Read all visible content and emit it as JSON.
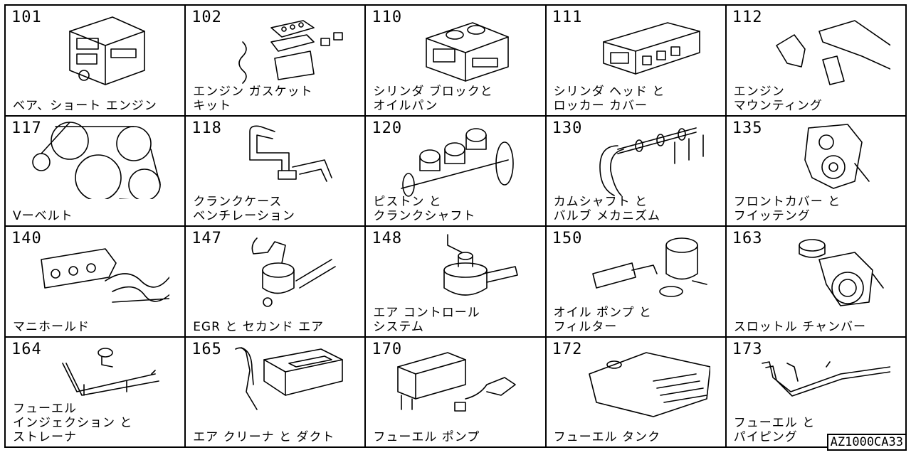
{
  "cells": [
    {
      "code": "101",
      "label": "ベア、ショート エンジン",
      "icon": "short-engine-icon"
    },
    {
      "code": "102",
      "label": "エンジン ガスケット\nキット",
      "icon": "gasket-kit-icon"
    },
    {
      "code": "110",
      "label": "シリンダ ブロックと\nオイルパン",
      "icon": "cylinder-block-icon"
    },
    {
      "code": "111",
      "label": "シリンダ ヘッド と\nロッカー カバー",
      "icon": "cylinder-head-icon"
    },
    {
      "code": "112",
      "label": "エンジン\nマウンティング",
      "icon": "engine-mount-icon"
    },
    {
      "code": "117",
      "label": "Vーベルト",
      "icon": "v-belt-icon"
    },
    {
      "code": "118",
      "label": "クランクケース\nベンチレーション",
      "icon": "crankcase-ventilation-icon"
    },
    {
      "code": "120",
      "label": "ピストン と\nクランクシャフト",
      "icon": "piston-crankshaft-icon"
    },
    {
      "code": "130",
      "label": "カムシャフト と\nバルブ メカニズム",
      "icon": "camshaft-valve-icon"
    },
    {
      "code": "135",
      "label": "フロントカバー と\nフイッテング",
      "icon": "front-cover-icon"
    },
    {
      "code": "140",
      "label": "マニホールド",
      "icon": "manifold-icon"
    },
    {
      "code": "147",
      "label": "EGR と セカンド エア",
      "icon": "egr-valve-icon"
    },
    {
      "code": "148",
      "label": "エア コントロール\nシステム",
      "icon": "air-control-icon"
    },
    {
      "code": "150",
      "label": "オイル ポンプ と\nフィルター",
      "icon": "oil-pump-filter-icon"
    },
    {
      "code": "163",
      "label": "スロットル チャンバー",
      "icon": "throttle-chamber-icon"
    },
    {
      "code": "164",
      "label": "フューエル\nインジェクション と\nストレーナ",
      "icon": "fuel-injection-icon"
    },
    {
      "code": "165",
      "label": "エア クリーナ と ダクト",
      "icon": "air-cleaner-icon"
    },
    {
      "code": "170",
      "label": "フューエル ポンプ",
      "icon": "fuel-pump-icon"
    },
    {
      "code": "172",
      "label": "フューエル タンク",
      "icon": "fuel-tank-icon"
    },
    {
      "code": "173",
      "label": "フューエル と\nパイピング",
      "icon": "fuel-piping-icon"
    }
  ],
  "reference_code": "AZ1000CA33"
}
